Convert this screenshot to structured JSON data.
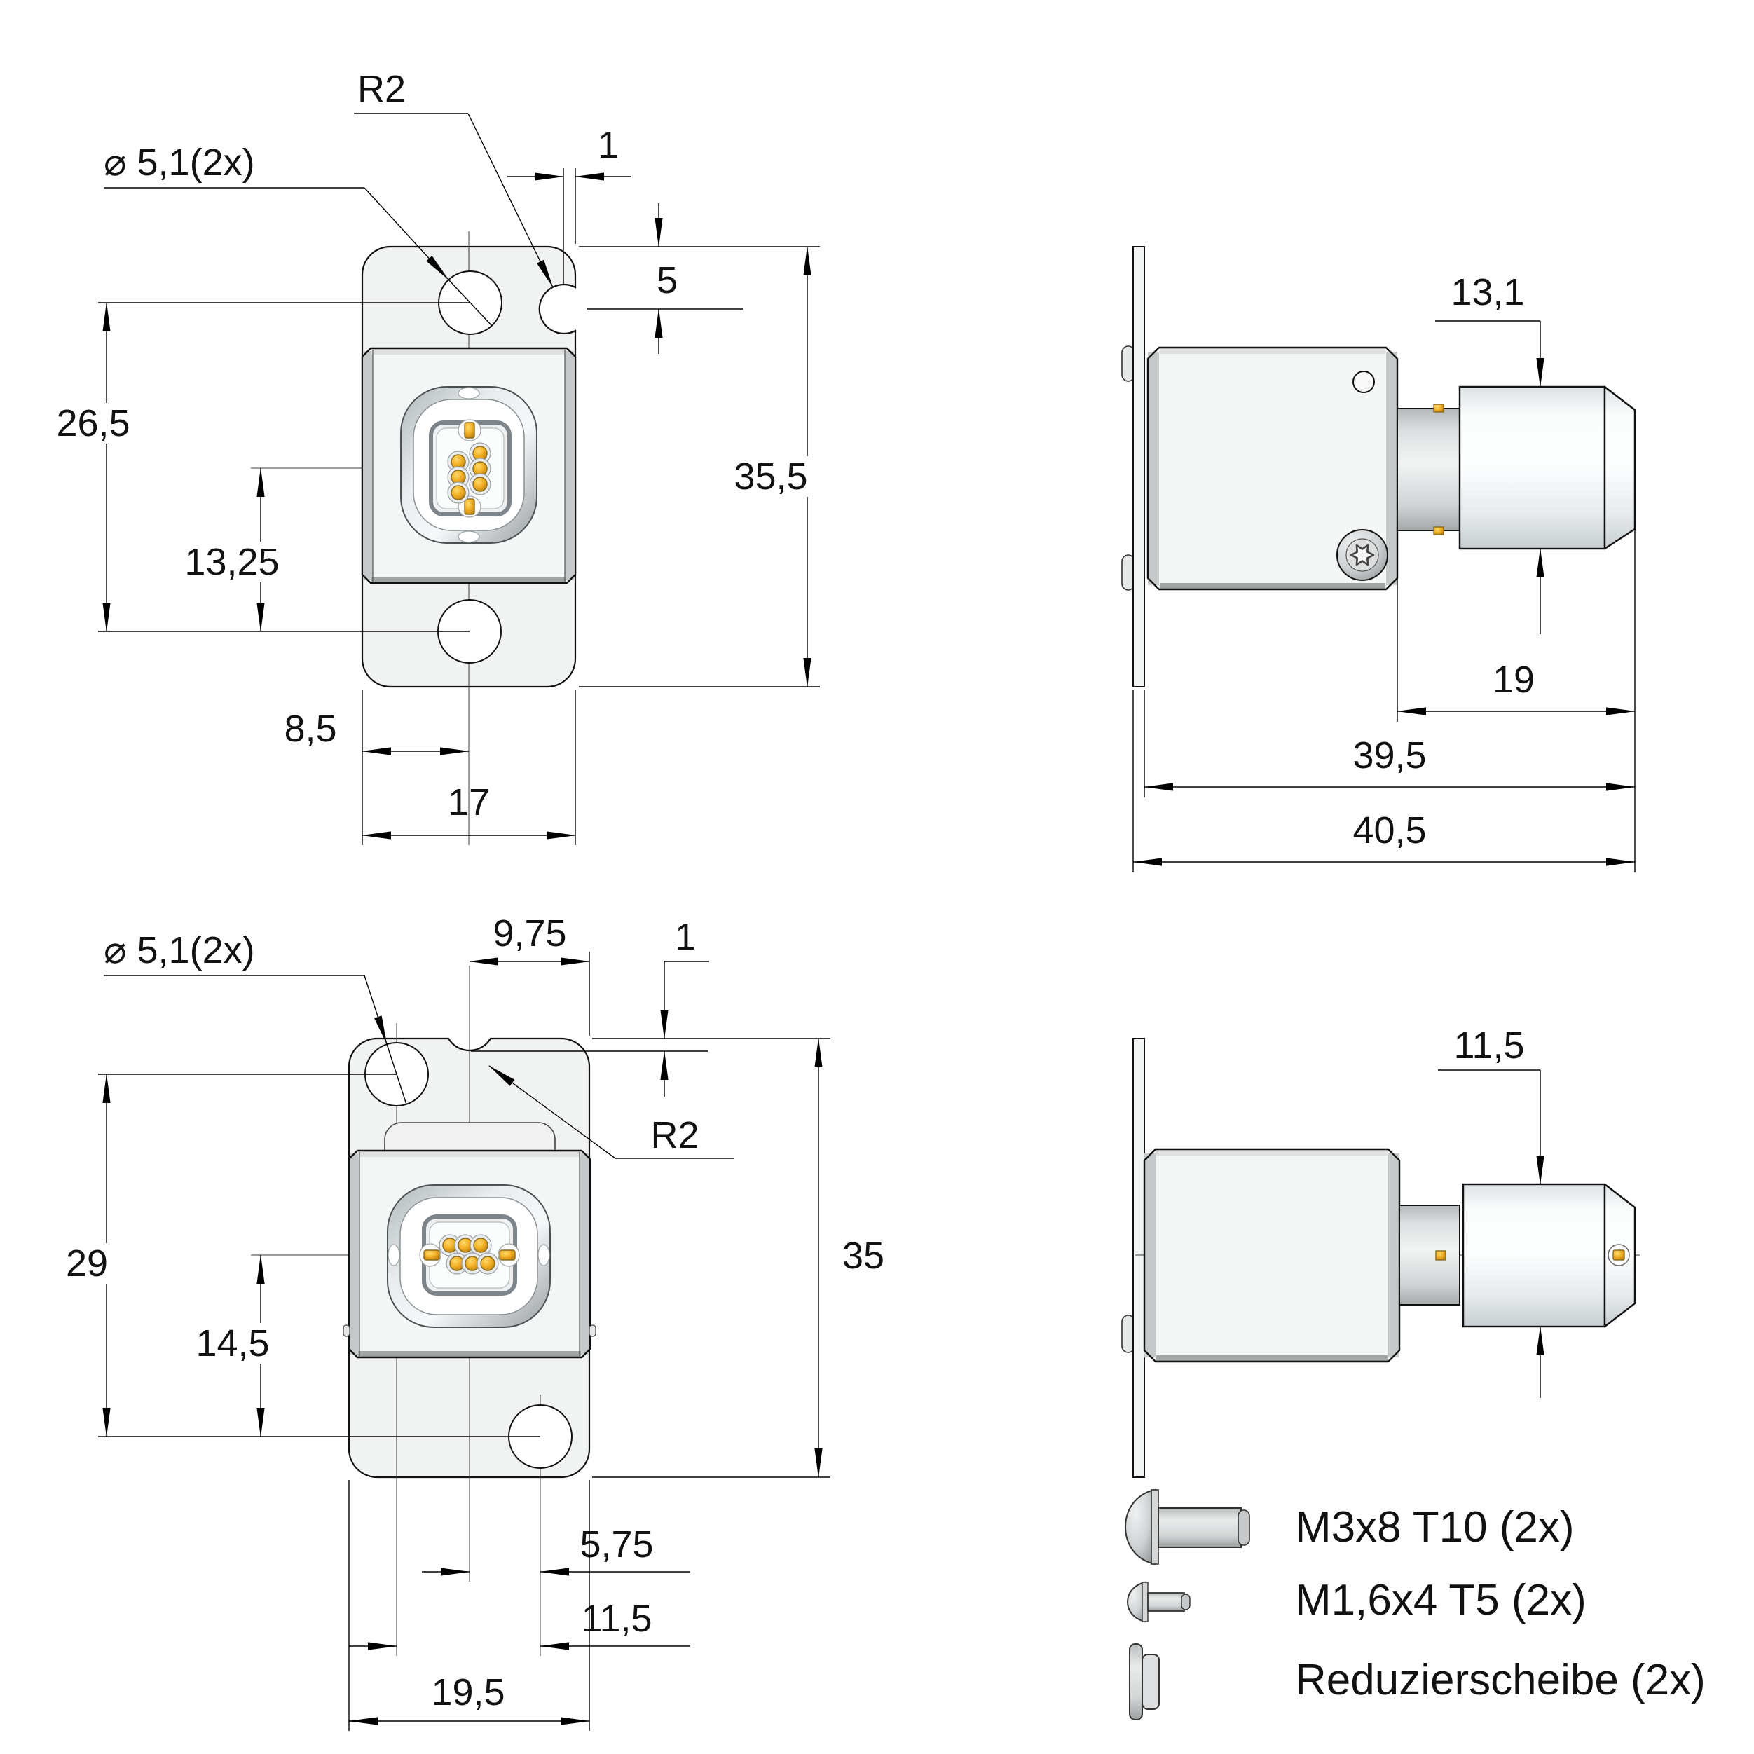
{
  "drawing": {
    "type": "technical-dimension-drawing",
    "part": "panel-mount circular connector, two mounting variants, four orthographic views",
    "colors": {
      "background": "#ffffff",
      "outline": "#111111",
      "plate_fill": "#f1f2f2",
      "metal_band": "#c6c9ca",
      "gold_contact": "#eeb33b",
      "ring_metal": "#b9bfc3"
    },
    "front_view_a": {
      "dims": {
        "hole_diameter": "⌀ 5,1(2x)",
        "corner_radius": "R2",
        "notch_offset": "1",
        "notch_depth": "5",
        "hole_distance": "26,5",
        "center_to_hole": "13,25",
        "total_height": "35,5",
        "center_offset": "8,5",
        "total_width": "17"
      }
    },
    "side_view_a": {
      "dims": {
        "plug_diameter": "13,1",
        "plug_length": "19",
        "depth_behind_panel": "39,5",
        "total_depth": "40,5"
      }
    },
    "front_view_b": {
      "dims": {
        "hole_diameter": "⌀ 5,1(2x)",
        "notch_position": "9,75",
        "notch_depth": "1",
        "corner_radius": "R2",
        "hole_distance": "29",
        "center_to_hole": "14,5",
        "total_height": "35",
        "hole_offset_x": "5,75",
        "hole_spacing_x": "11,5",
        "total_width": "19,5"
      }
    },
    "side_view_b": {
      "dims": {
        "plug_diameter": "11,5"
      }
    },
    "legend": {
      "items": [
        {
          "icon": "m3-screw-icon",
          "label": "M3x8 T10 (2x)"
        },
        {
          "icon": "m1_6-screw-icon",
          "label": "M1,6x4 T5 (2x)"
        },
        {
          "icon": "reducer-washer-icon",
          "label": "Reduzierscheibe (2x)"
        }
      ]
    }
  }
}
